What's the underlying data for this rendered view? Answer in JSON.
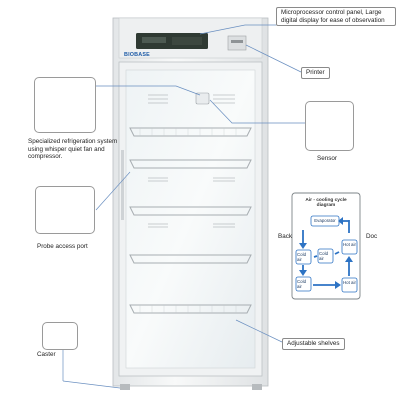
{
  "brand": "BIOBASE",
  "callouts": {
    "control_panel": "Microprocessor control panel, Large digital display for ease of observation",
    "printer": "Printer",
    "refrigeration": "Specialized refrigeration system using whisper quiet fan and compressor.",
    "sensor": "Sensor",
    "probe": "Probe access port",
    "shelves": "Adjustable shelves",
    "caster": "Caster"
  },
  "cycle_diagram": {
    "title": "Air - cooling cycle diagram",
    "side_left": "Back",
    "side_right": "Doc",
    "evaporator": "Evaporator",
    "hot_air": "Hot air",
    "cold_air": "Cold air"
  },
  "colors": {
    "arrow_blue": "#2d73c4",
    "callout_line": "#6a8fc0",
    "panel_dark": "#2f3a33",
    "cabinet_white": "#f4f5f5"
  }
}
